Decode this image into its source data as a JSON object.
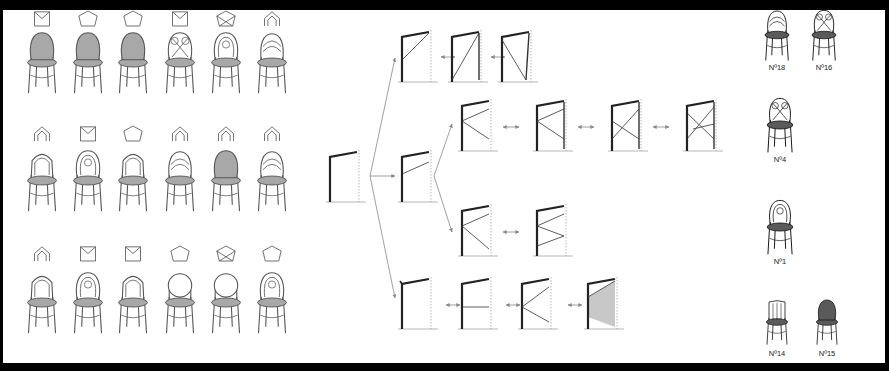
{
  "diagram": {
    "labels": [
      "Nº18",
      "Nº16",
      "Nº4",
      "Nº1",
      "Nº14",
      "Nº15"
    ]
  }
}
